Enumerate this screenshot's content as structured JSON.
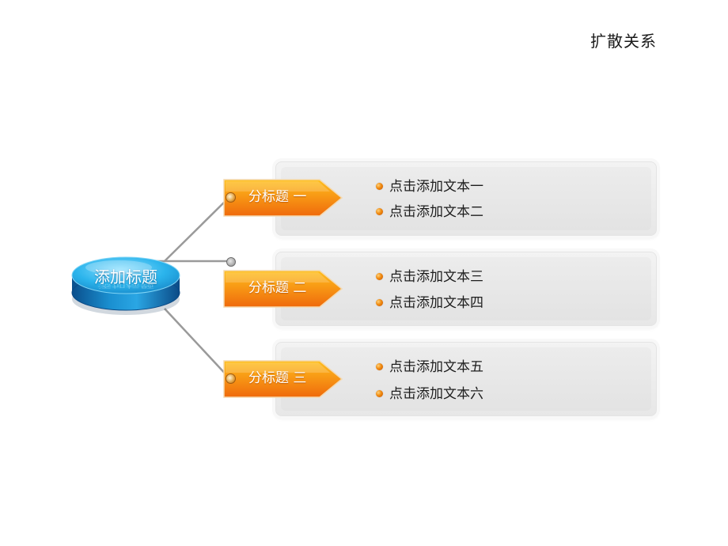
{
  "page": {
    "title": "扩散关系"
  },
  "hub": {
    "label": "添加标题"
  },
  "branches": [
    {
      "subtitle": "分标题 一",
      "items": [
        "点击添加文本一",
        "点击添加文本二"
      ]
    },
    {
      "subtitle": "分标题 二",
      "items": [
        "点击添加文本三",
        "点击添加文本四"
      ]
    },
    {
      "subtitle": "分标题 三",
      "items": [
        "点击添加文本五",
        "点击添加文本六"
      ]
    }
  ],
  "colors": {
    "hub_blue": "#1fa6e0",
    "arrow_orange": "#f07a12",
    "arrow_yellow": "#ffc21a",
    "connector_gray": "#8f8f8f",
    "bullet_orange": "#f08a10"
  }
}
